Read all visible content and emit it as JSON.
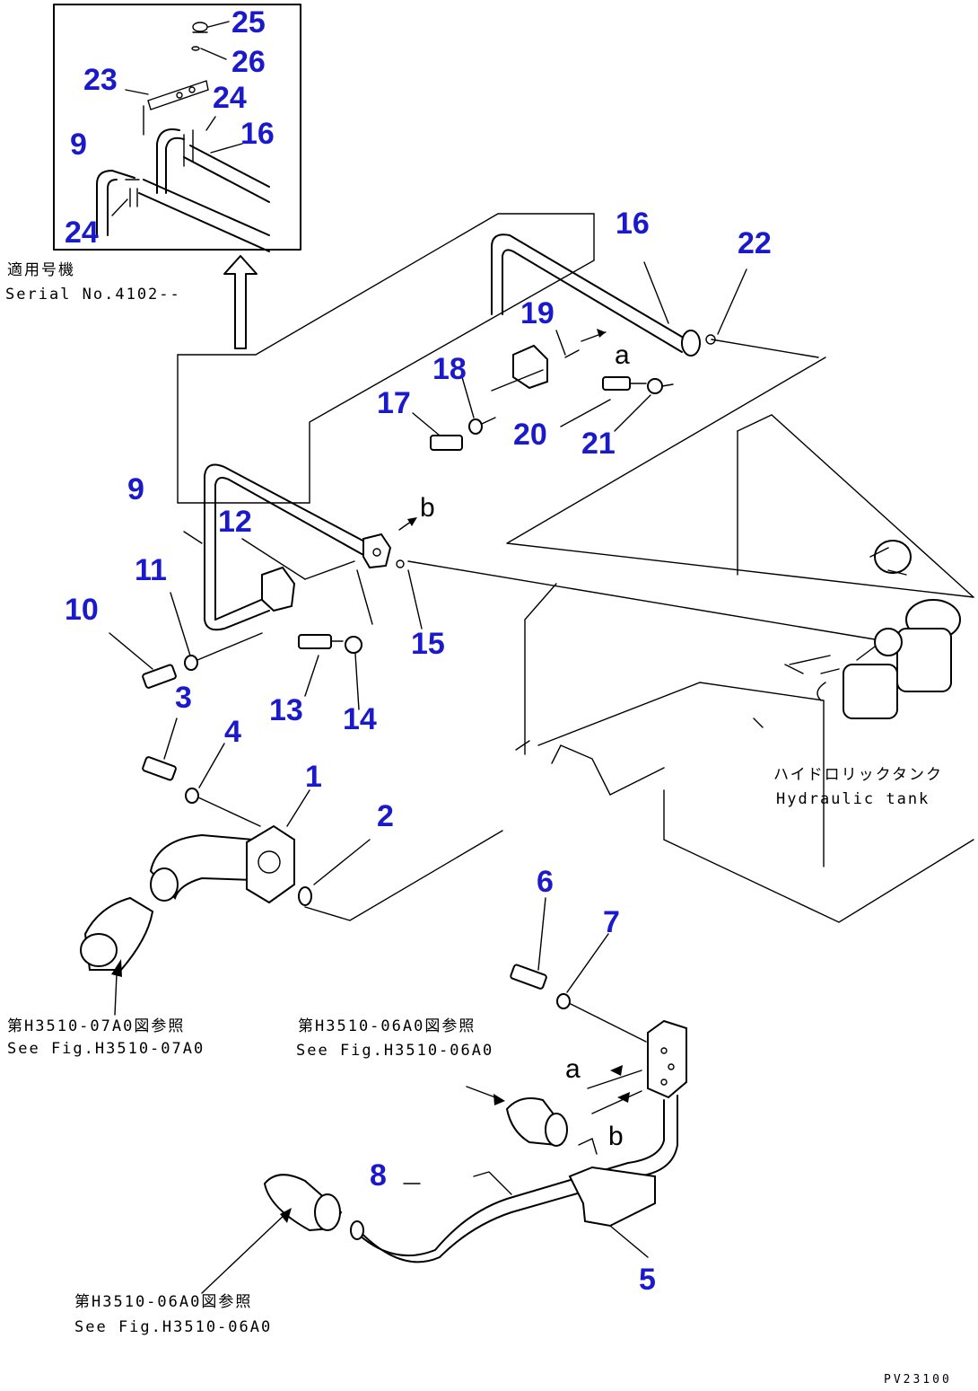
{
  "callouts": {
    "c1": "1",
    "c2": "2",
    "c3": "3",
    "c4": "4",
    "c5": "5",
    "c6": "6",
    "c7": "7",
    "c8": "8",
    "c9": "9",
    "c10": "10",
    "c11": "11",
    "c12": "12",
    "c13": "13",
    "c14": "14",
    "c15": "15",
    "c16": "16",
    "c17": "17",
    "c18": "18",
    "c19": "19",
    "c20": "20",
    "c21": "21",
    "c22": "22",
    "c23": "23",
    "c24": "24",
    "c25": "25",
    "c26": "26"
  },
  "letters": {
    "a": "a",
    "b": "b"
  },
  "notes": {
    "serial_jp": "適用号機",
    "serial_en": "Serial No.4102--",
    "hydraulic_jp": "ハイドロリックタンク",
    "hydraulic_en": "Hydraulic tank",
    "ref1_jp": "第H3510-07A0図参照",
    "ref1_en": "See Fig.H3510-07A0",
    "ref2_jp": "第H3510-06A0図参照",
    "ref2_en": "See Fig.H3510-06A0",
    "ref3_jp": "第H3510-06A0図参照",
    "ref3_en": "See Fig.H3510-06A0"
  },
  "drawing_code": "PV23100"
}
